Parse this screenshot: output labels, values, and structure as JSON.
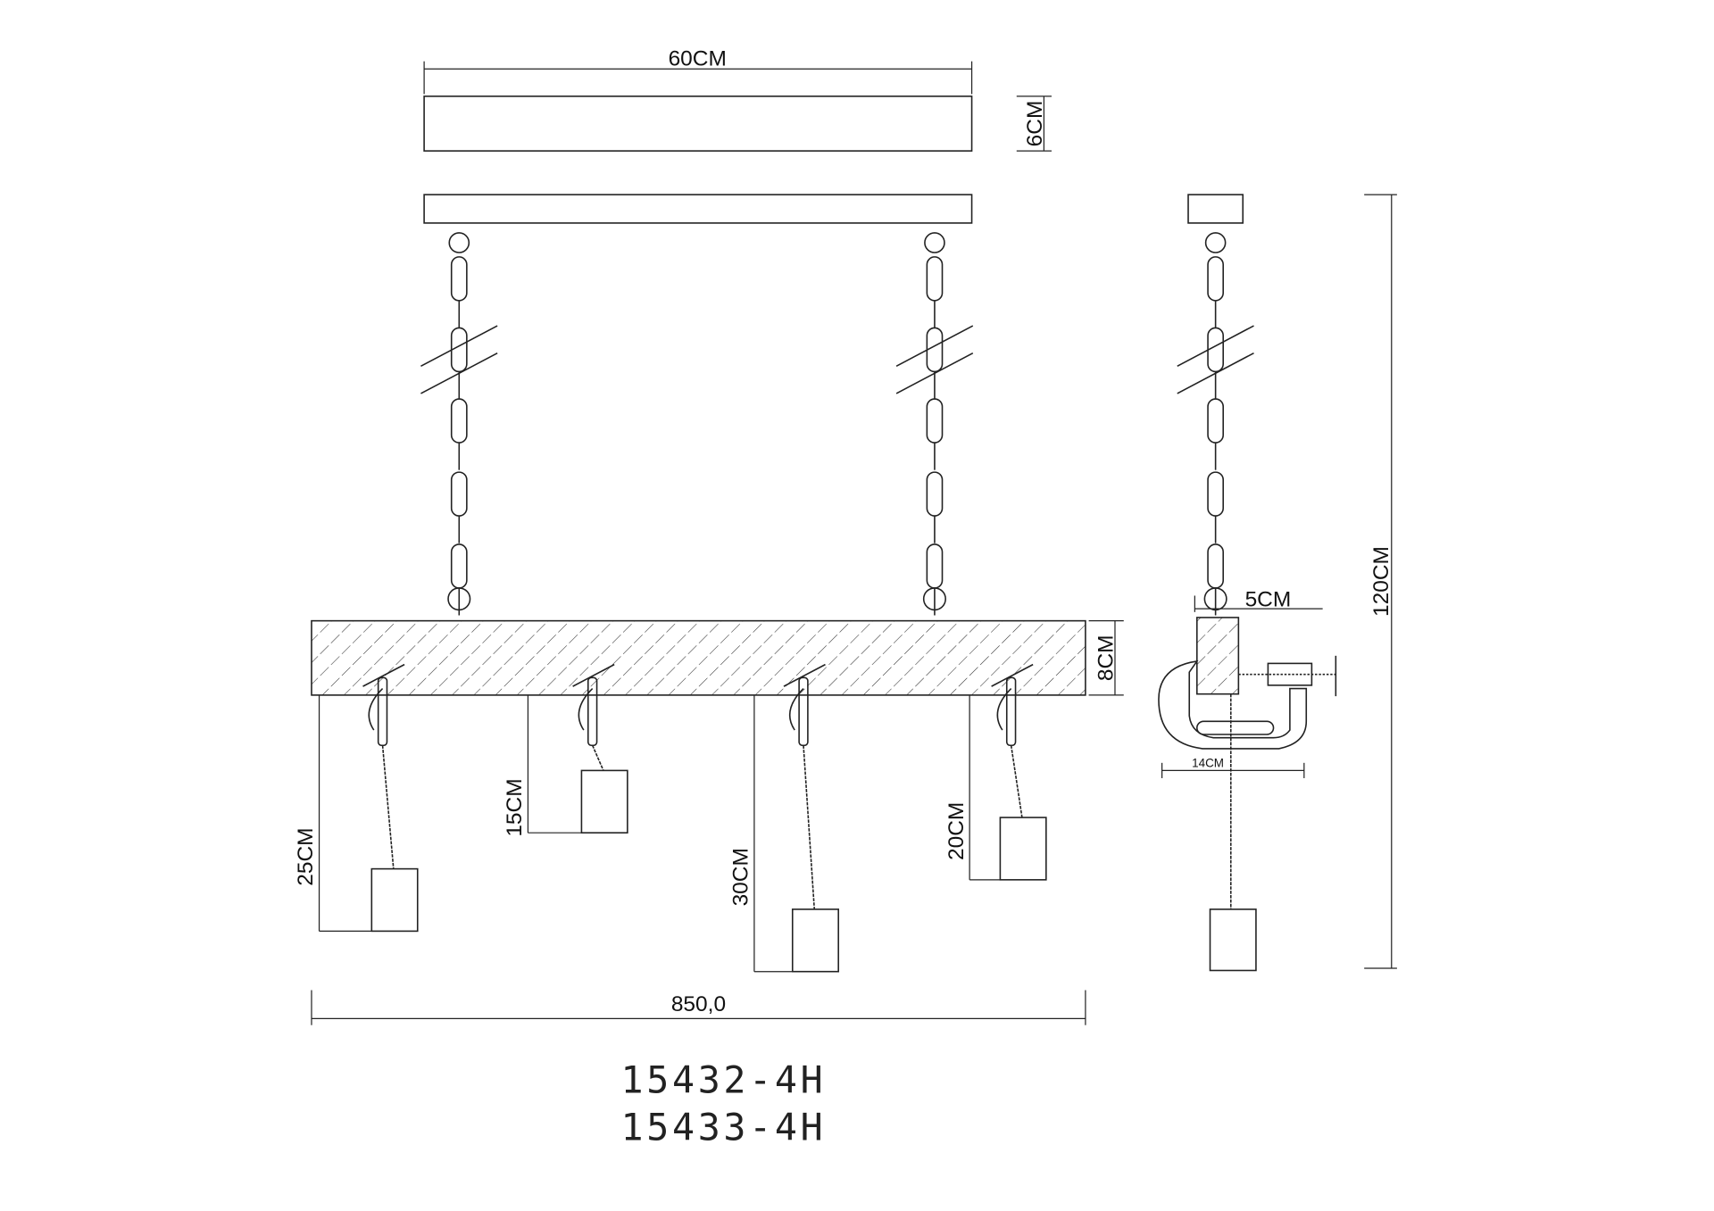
{
  "dimensions": {
    "canopy_width": "60CM",
    "canopy_height": "6CM",
    "beam_height": "8CM",
    "beam_depth": "5CM",
    "total_length": "850,0",
    "total_height": "120CM",
    "clamp_width": "14CM",
    "drops": [
      "25CM",
      "15CM",
      "30CM",
      "20CM"
    ]
  },
  "models": [
    "15432-4H",
    "15433-4H"
  ],
  "colors": {
    "line": "#222222",
    "background": "#ffffff"
  }
}
